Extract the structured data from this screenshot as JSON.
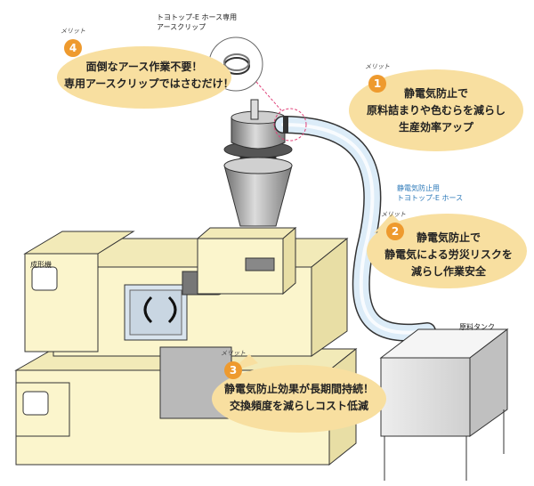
{
  "labels": {
    "clip_line1": "トヨトップ-E ホース専用",
    "clip_line2": "アースクリップ",
    "hose_line1": "静電気防止用",
    "hose_line2": "トヨトップ-E ホース",
    "machine": "成形機",
    "tank": "原料タンク"
  },
  "merits": [
    {
      "tag": "メリット",
      "number": "1",
      "lines": [
        "静電気防止で",
        "原料詰まりや色むらを減らし",
        "生産効率アップ"
      ]
    },
    {
      "tag": "メリット",
      "number": "2",
      "lines": [
        "静電気防止で",
        "静電気による労災リスクを",
        "減らし作業安全"
      ]
    },
    {
      "tag": "メリット",
      "number": "3",
      "lines": [
        "静電気防止効果が長期間持続！",
        "交換頻度を減らしコスト低減"
      ]
    },
    {
      "tag": "メリット",
      "number": "4",
      "lines": [
        "面倒なアース作業不要！",
        "専用アースクリップではさむだけ！"
      ]
    }
  ],
  "colors": {
    "bubble": "#f8dfa0",
    "badge": "#ee9a2e",
    "machine": "#fbf5cc",
    "hose": "#dcecf8",
    "accent_pink": "#e0427a"
  }
}
